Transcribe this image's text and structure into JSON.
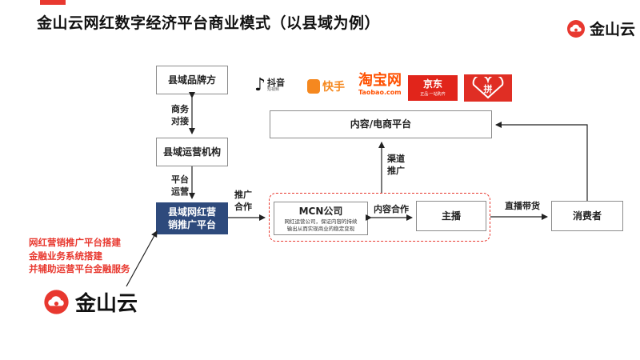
{
  "title": "金山云网红数字经济平台商业模式（以县域为例）",
  "brand": {
    "name": "金山云"
  },
  "colors": {
    "accent": "#e8382f",
    "navy": "#2e4a7c",
    "border": "#8c8c8c"
  },
  "nodes": {
    "brand_side": "县域品牌方",
    "ops_org": "县域运营机构",
    "county_platform": [
      "县域网红营",
      "销推广平台"
    ],
    "content_platform": "内容/电商平台",
    "mcn_title": "MCN公司",
    "mcn_desc": [
      "网红运营公司，保证内容的持续",
      "输出从而实现商业的稳定变现"
    ],
    "anchor": "主播",
    "consumer": "消费者"
  },
  "edge_labels": {
    "biz": [
      "商务",
      "对接"
    ],
    "ops": [
      "平台",
      "运营"
    ],
    "promo": [
      "推广",
      "合作"
    ],
    "content_coop": "内容合作",
    "channel": [
      "渠道",
      "推广"
    ],
    "live_sales": "直播带货"
  },
  "notes": [
    "网红营销推广平台搭建",
    "金融业务系统搭建",
    "并辅助运营平台金融服务"
  ],
  "logos": {
    "douyin": {
      "name": "抖音",
      "sub": "短视频",
      "icon": "douyin-note-icon"
    },
    "kuaishou": {
      "name": "快手",
      "icon": "kuaishou-camera-icon"
    },
    "taobao": {
      "name": "淘宝网",
      "sub": "Taobao.com"
    },
    "jd": {
      "name": "京东",
      "sub": "正品·一站购齐"
    },
    "pdd": {
      "name": "拼",
      "icon": "pinduoduo-icon"
    }
  }
}
